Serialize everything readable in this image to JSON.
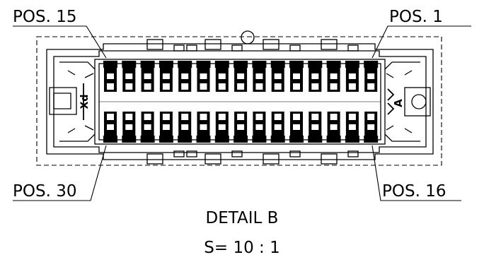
{
  "labels": {
    "pos_top_left": "POS. 15",
    "pos_top_right": "POS. 1",
    "pos_bottom_left": "POS. 30",
    "pos_bottom_right": "POS. 16",
    "detail_title": "DETAIL B",
    "scale": "S= 10 : 1",
    "polarity_mark": "A",
    "logo_mark": "Xd"
  },
  "connector": {
    "pins_per_row": 15,
    "rows": 2
  }
}
